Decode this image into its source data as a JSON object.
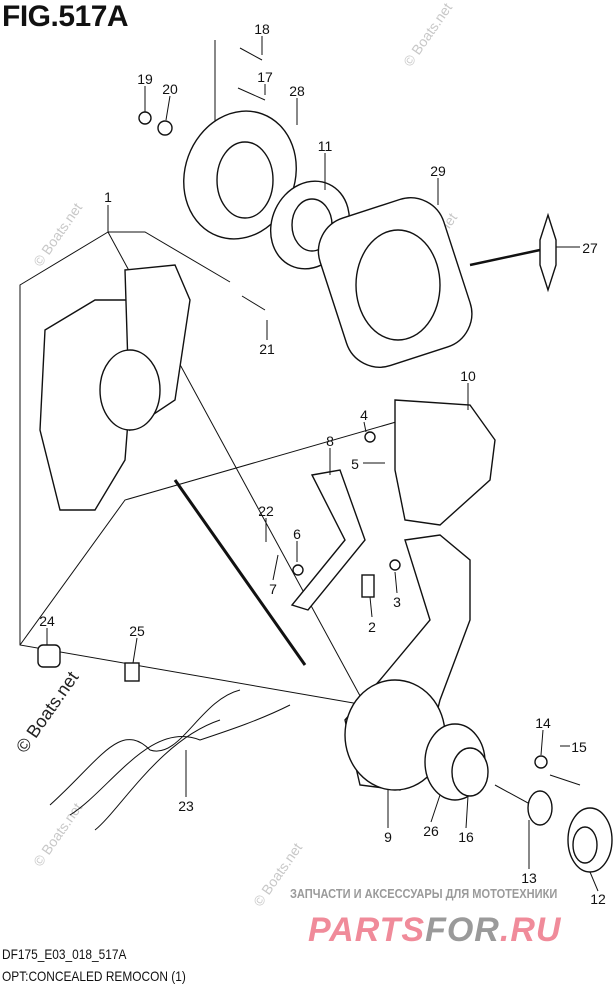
{
  "figure_title": "FIG.517A",
  "diagram_code": "DF175_E03_018_517A",
  "diagram_description": "OPT:CONCEALED REMOCON (1)",
  "watermark": "© Boats.net",
  "shop_tagline": "ЗАПЧАСТИ И АКСЕССУАРЫ ДЛЯ МОТОТЕХНИКИ",
  "shop_logo": {
    "part1": "PARTS",
    "part2": "FOR",
    "part3": ".RU"
  },
  "part_labels": [
    "1",
    "2",
    "3",
    "4",
    "5",
    "6",
    "7",
    "8",
    "9",
    "10",
    "11",
    "12",
    "13",
    "14",
    "15",
    "16",
    "17",
    "18",
    "19",
    "20",
    "21",
    "22",
    "23",
    "24",
    "25",
    "26",
    "27",
    "28",
    "29"
  ]
}
